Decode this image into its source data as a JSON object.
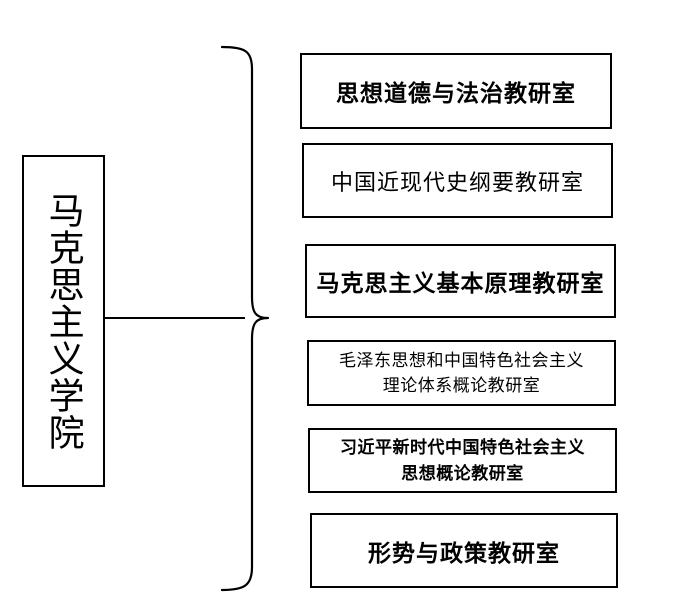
{
  "diagram": {
    "type": "organizational-chart",
    "orientation": "left-to-right",
    "colors": {
      "background": "#ffffff",
      "stroke": "#000000",
      "text": "#000000"
    },
    "root": {
      "label": "马克思主义学院",
      "text_direction": "vertical"
    },
    "connector": {
      "style": "curly-brace",
      "stem_label": ""
    },
    "departments": [
      {
        "label": "思想道德与法治教研室",
        "weight": "bold",
        "lines": 1
      },
      {
        "label": "中国近现代史纲要教研室",
        "weight": "regular",
        "lines": 1
      },
      {
        "label": "马克思主义基本原理教研室",
        "weight": "bold",
        "lines": 1
      },
      {
        "label": "毛泽东思想和中国特色社会主义\n理论体系概论教研室",
        "weight": "regular",
        "lines": 2
      },
      {
        "label": "习近平新时代中国特色社会主义\n思想概论教研室",
        "weight": "bold",
        "lines": 2
      },
      {
        "label": "形势与政策教研室",
        "weight": "bold",
        "lines": 1
      }
    ]
  }
}
